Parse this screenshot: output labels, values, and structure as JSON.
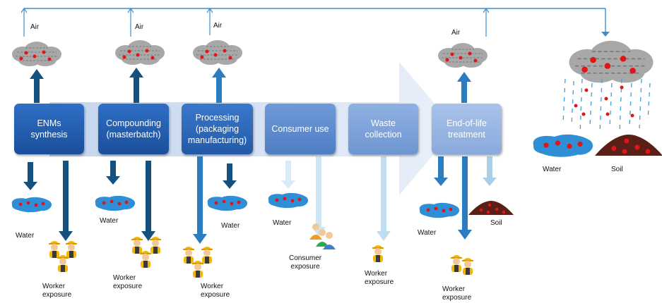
{
  "stages": [
    {
      "label": "ENMs\nsynthesis",
      "color_top": "#2f6fc6",
      "color_bottom": "#1a4f9a"
    },
    {
      "label": "Compounding\n(masterbatch)",
      "color_top": "#2f6fc6",
      "color_bottom": "#1a4f9a"
    },
    {
      "label": "Processing\n(packaging\nmanufacturing)",
      "color_top": "#3a78cc",
      "color_bottom": "#225aa8"
    },
    {
      "label": "Consumer use",
      "color_top": "#6f9ad8",
      "color_bottom": "#4f7ec4"
    },
    {
      "label": "Waste\ncollection",
      "color_top": "#8fb1e2",
      "color_bottom": "#6f96d2"
    },
    {
      "label": "End-of-life\ntreatment",
      "color_top": "#a9c2ea",
      "color_bottom": "#8aaadc"
    }
  ],
  "labels": {
    "air": "Air",
    "water": "Water",
    "soil": "Soil",
    "worker_exposure": "Worker\nexposure",
    "consumer_exposure": "Consumer\nexposure"
  },
  "colors": {
    "arrow_dark": "#14517f",
    "arrow_mid": "#2c7cc2",
    "arrow_light": "#bfdcf0",
    "arrow_pale": "#a9cfe8",
    "water_blue": "#2f8fd6",
    "particle_red": "#e01515",
    "soil_brown": "#5a1f17",
    "cloud_gray": "#a8a8a8",
    "rain_blue": "#4aa8dc",
    "top_line": "#3c8fd0",
    "worker_yellow": "#f2b705"
  },
  "icons": [
    "cloud-icon",
    "water-puddle-icon",
    "soil-pile-icon",
    "worker-icon",
    "consumer-icon",
    "rain-icon"
  ]
}
